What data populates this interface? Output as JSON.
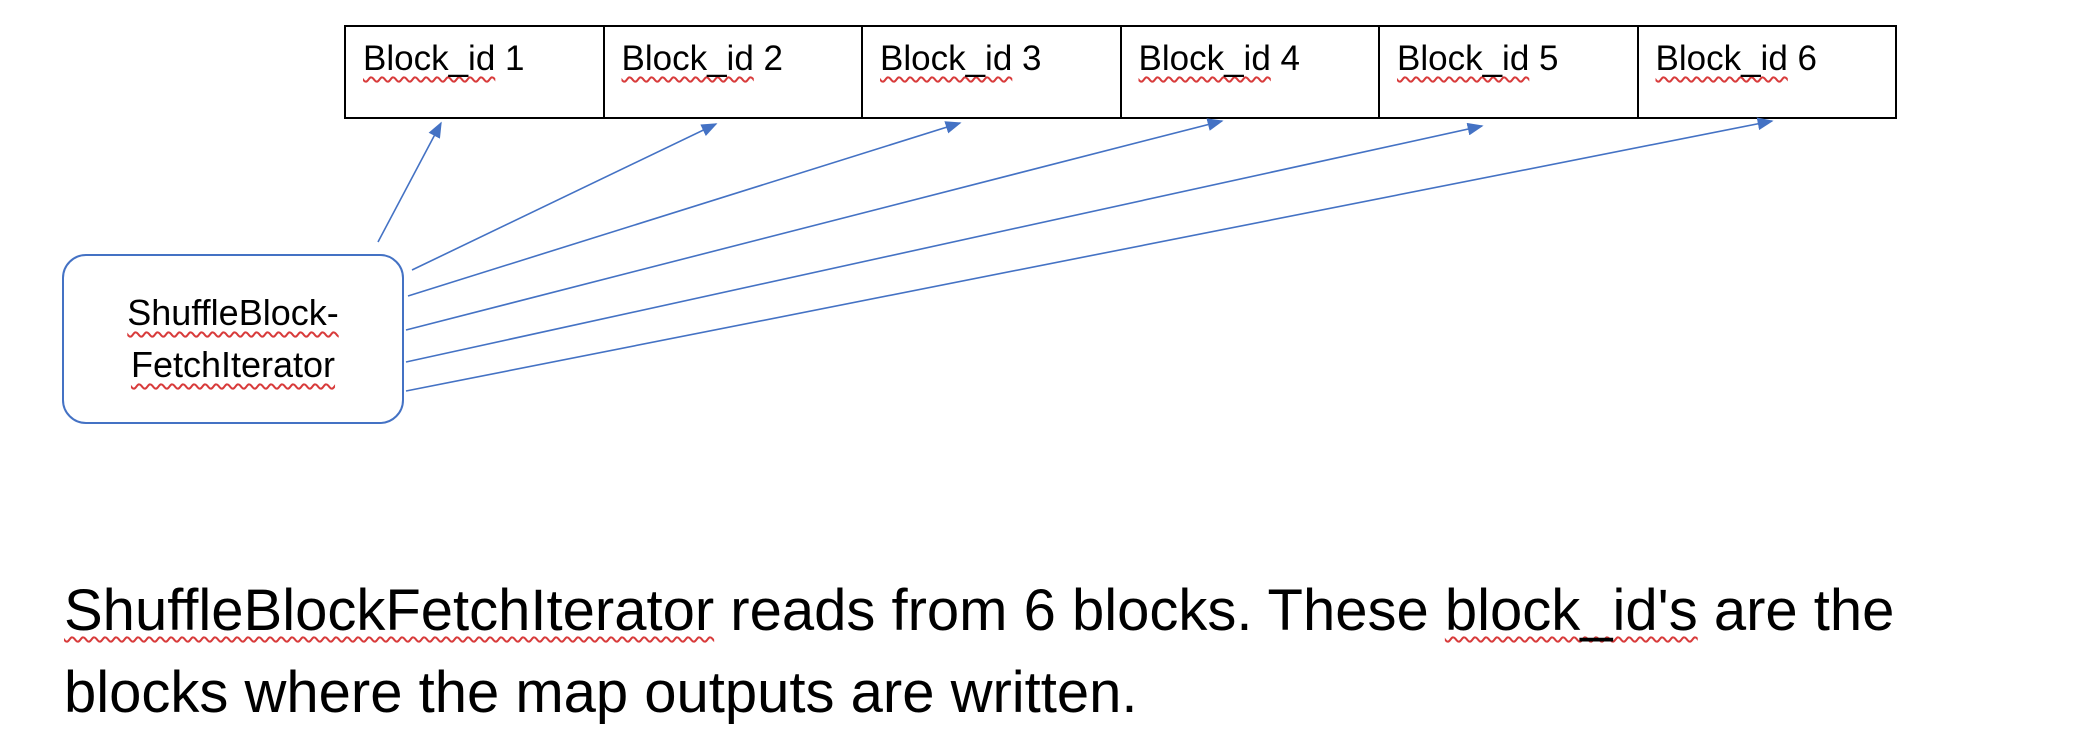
{
  "diagram": {
    "blocks": [
      {
        "prefix": "Block_id",
        "number": "1"
      },
      {
        "prefix": "Block_id",
        "number": "2"
      },
      {
        "prefix": "Block_id",
        "number": "3"
      },
      {
        "prefix": "Block_id",
        "number": "4"
      },
      {
        "prefix": "Block_id",
        "number": "5"
      },
      {
        "prefix": "Block_id",
        "number": "6"
      }
    ],
    "source_node": {
      "line1": "ShuffleBlock-",
      "line2": "FetchIterator"
    },
    "edge_color": "#4472c4"
  },
  "caption": {
    "term1": "ShuffleBlockFetchIterator",
    "text1": " reads from 6 blocks. These ",
    "term2": "block_id's",
    "text2": " are the blocks where the map outputs are written."
  }
}
